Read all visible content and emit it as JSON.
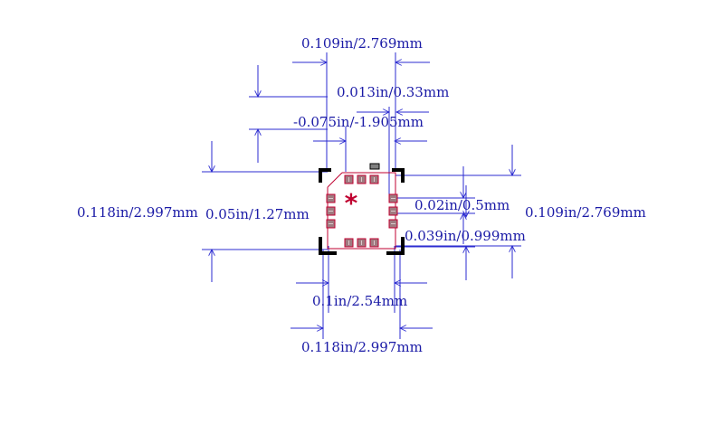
{
  "colors": {
    "dimension": "#2b2bd0",
    "text": "#1a1aa6",
    "outline": "#000000",
    "pad_fill": "#a07a80",
    "pad_stroke": "#c00030",
    "courtyard": "#c00030",
    "pin1_marker": "#c00030",
    "orient_box": "#808080"
  },
  "dimensions": {
    "top_width": "0.109in/2.769mm",
    "pad_width": "0.013in/0.33mm",
    "pad_offset": "-0.075in/-1.905mm",
    "left_height": "0.118in/2.997mm",
    "left_span": "0.05in/1.27mm",
    "pad_pitch": "0.02in/0.5mm",
    "right_height": "0.109in/2.769mm",
    "pad_length": "0.039in/0.999mm",
    "bottom_span": "0.1in/2.54mm",
    "bottom_width": "0.118in/2.997mm"
  },
  "pin1_symbol": "*"
}
